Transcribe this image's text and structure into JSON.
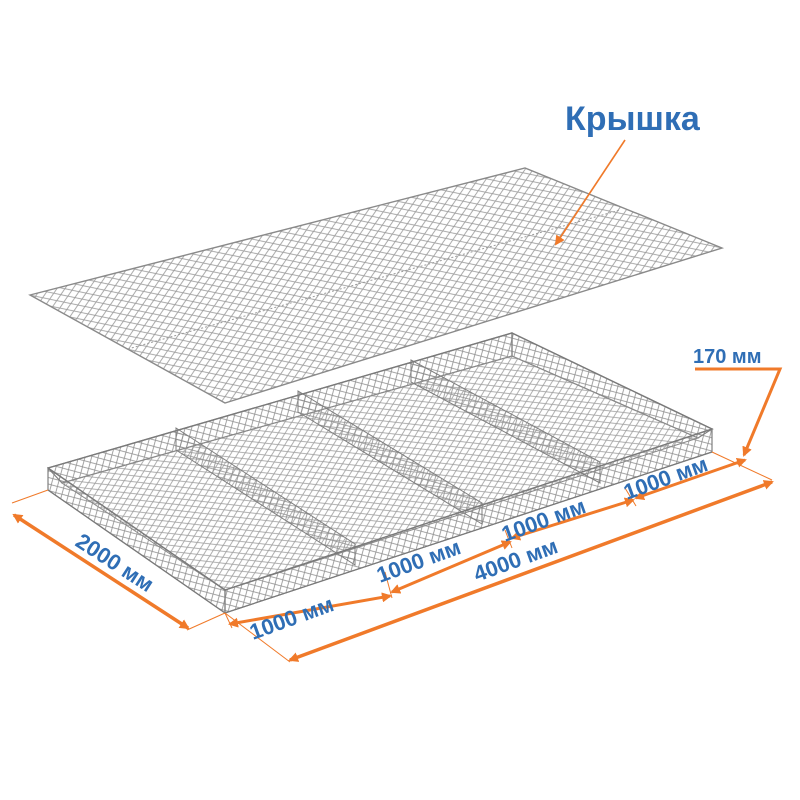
{
  "lid_label": "Крышка",
  "height_label": "170 мм",
  "width_label": "2000 мм",
  "length_total_label": "4000 мм",
  "section_labels": [
    "1000 мм",
    "1000 мм",
    "1000 мм",
    "1000 мм"
  ],
  "colors": {
    "text": "#2f6eb5",
    "arrow": "#f07a2a",
    "mesh": "#9a9a9a",
    "mesh_edge": "#808080"
  }
}
